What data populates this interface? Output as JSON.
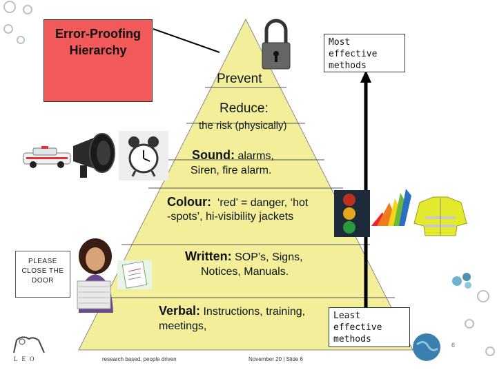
{
  "title": "Error-Proofing Hierarchy",
  "most_effective": "Most effective methods",
  "least_effective": "Least effective methods",
  "tiers": [
    {
      "heading": "Prevent",
      "text": ""
    },
    {
      "heading": "Reduce:",
      "text": "the risk (physically)"
    },
    {
      "heading": "Sound:",
      "text": "alarms,",
      "line2": "Siren, fire alarm."
    },
    {
      "heading": "Colour:",
      "text": "‘red’ = danger, ‘hot",
      "line2": "-spots’, hi-visibility jackets"
    },
    {
      "heading": "Written:",
      "text": "SOP’s, Signs,",
      "line2": "Notices, Manuals."
    },
    {
      "heading": "Verbal:",
      "text": "Instructions, training,",
      "line2": "meetings,"
    }
  ],
  "sign_text": "PLEASE CLOSE THE DOOR",
  "footer": {
    "left": "research based, people driven",
    "center": "November 20 | Slide 6",
    "logo": "LEO",
    "page": "6"
  },
  "icons": [
    "padlock-icon",
    "police-car-icon",
    "siren-icon",
    "alarm-clock-icon",
    "traffic-light-icon",
    "color-wedge-icon",
    "hi-vis-jacket-icon",
    "woman-with-papers-icon",
    "memo-icon",
    "molecule-icon",
    "globe-icon",
    "lion-logo-icon"
  ],
  "colors": {
    "pyramid": "#f2ee9a",
    "title_box": "#f25a5a",
    "arrow": "#000000"
  }
}
